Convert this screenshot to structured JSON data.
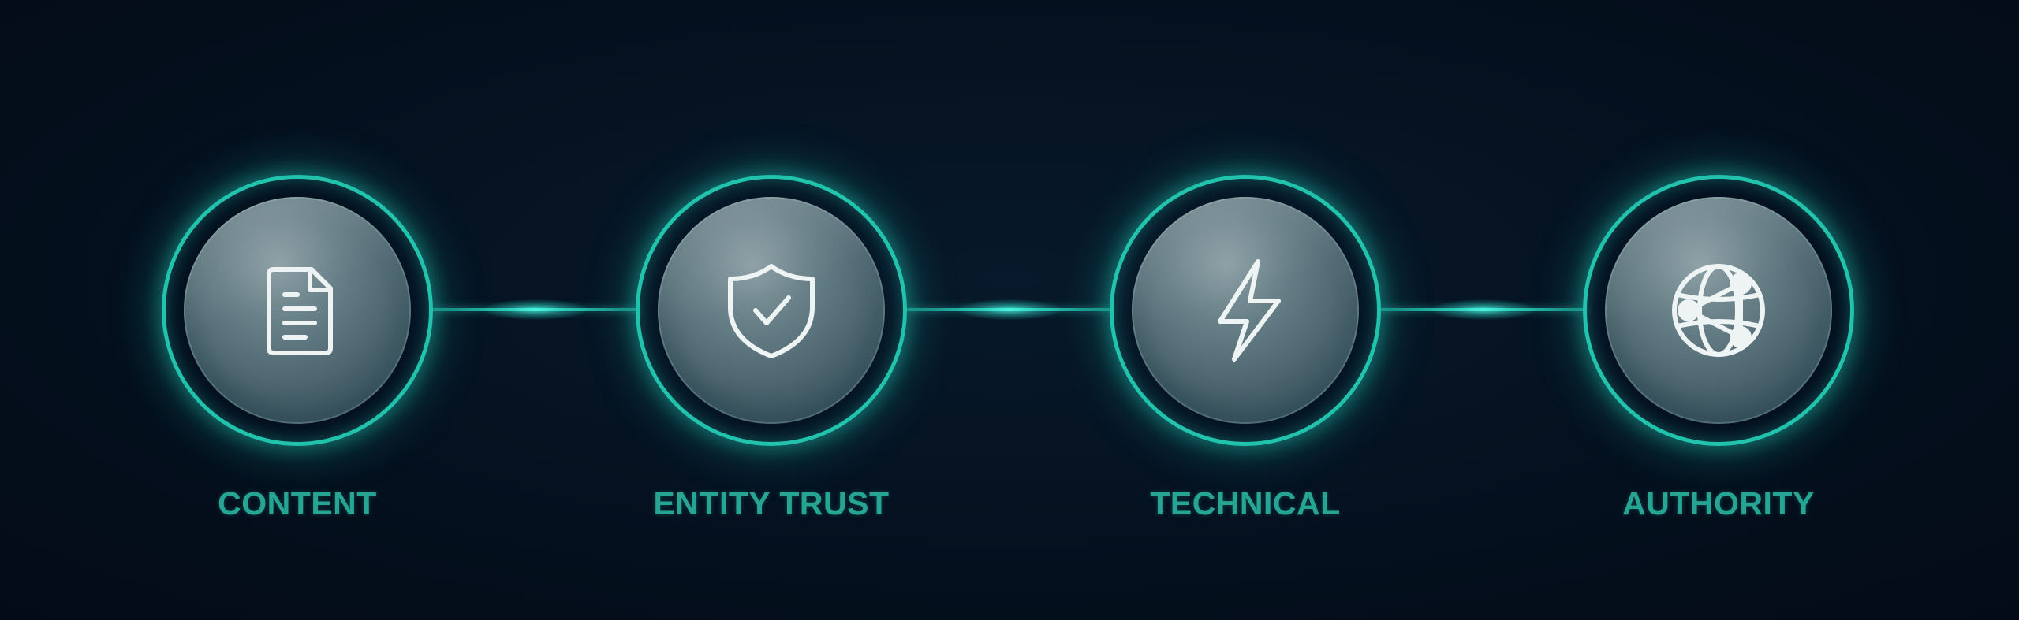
{
  "steps": [
    {
      "label": "CONTENT",
      "icon": "document-icon"
    },
    {
      "label": "ENTITY TRUST",
      "icon": "shield-check-icon"
    },
    {
      "label": "TECHNICAL",
      "icon": "lightning-icon"
    },
    {
      "label": "AUTHORITY",
      "icon": "globe-network-icon"
    }
  ],
  "colors": {
    "background": "#04101c",
    "ring": "#22c3ad",
    "label": "#27a594",
    "icon_stroke": "#eef4f4"
  }
}
